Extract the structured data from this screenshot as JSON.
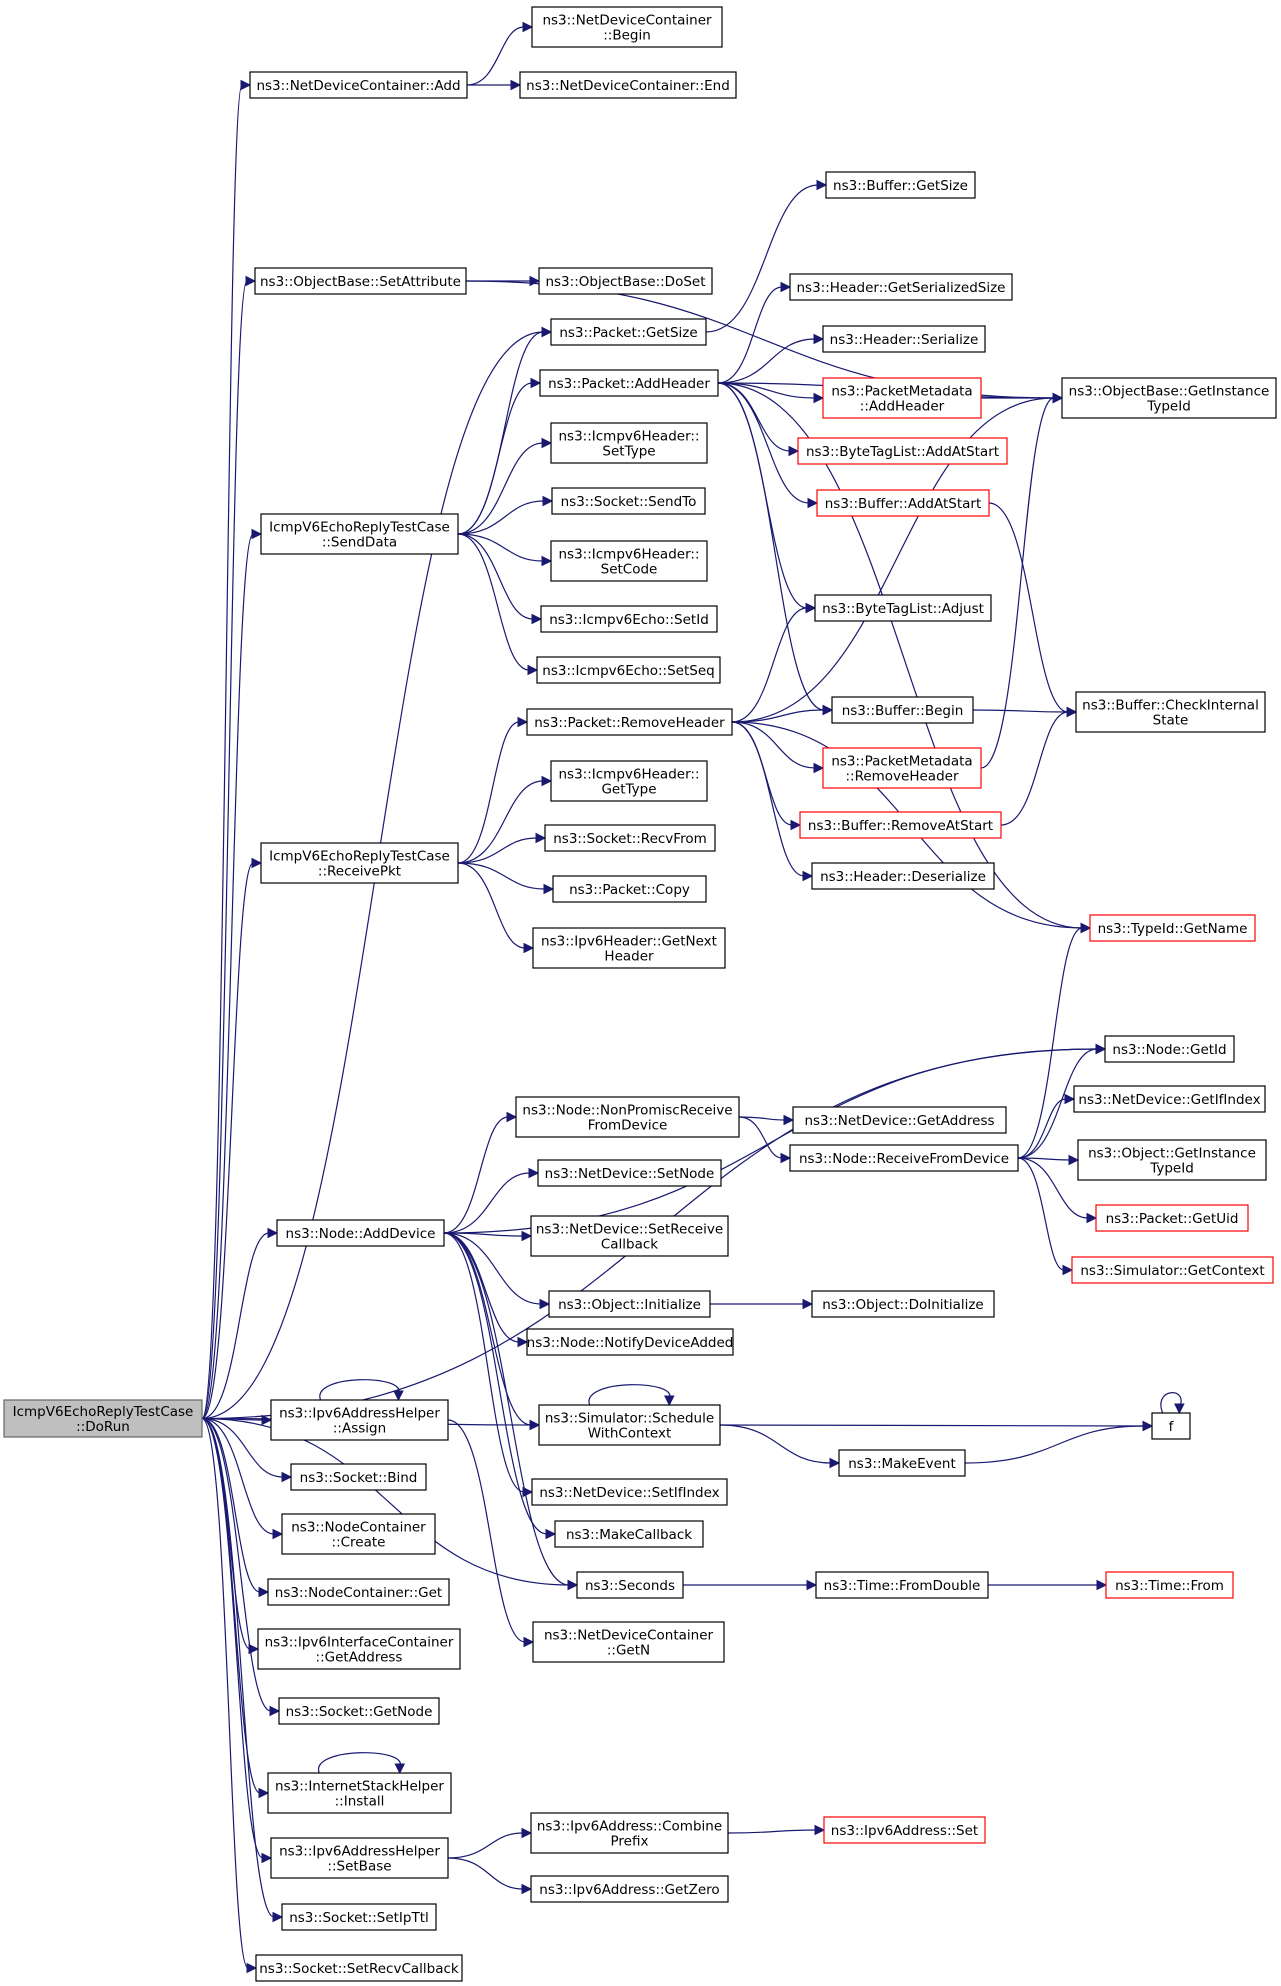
{
  "nodes": [
    {
      "id": "n_root",
      "label": [
        "IcmpV6EchoReplyTestCase",
        "::DoRun"
      ],
      "root": true
    },
    {
      "id": "n_ndc_add",
      "label": [
        "ns3::NetDeviceContainer::Add"
      ]
    },
    {
      "id": "n_ndc_begin",
      "label": [
        "ns3::NetDeviceContainer",
        "::Begin"
      ]
    },
    {
      "id": "n_ndc_end",
      "label": [
        "ns3::NetDeviceContainer::End"
      ]
    },
    {
      "id": "n_ob_setattr",
      "label": [
        "ns3::ObjectBase::SetAttribute"
      ]
    },
    {
      "id": "n_ob_doset",
      "label": [
        "ns3::ObjectBase::DoSet"
      ]
    },
    {
      "id": "n_buf_getsize",
      "label": [
        "ns3::Buffer::GetSize"
      ]
    },
    {
      "id": "n_hdr_getser",
      "label": [
        "ns3::Header::GetSerializedSize"
      ]
    },
    {
      "id": "n_pkt_getsize",
      "label": [
        "ns3::Packet::GetSize"
      ]
    },
    {
      "id": "n_hdr_serialize",
      "label": [
        "ns3::Header::Serialize"
      ]
    },
    {
      "id": "n_pkt_addheader",
      "label": [
        "ns3::Packet::AddHeader"
      ]
    },
    {
      "id": "n_pm_addheader",
      "label": [
        "ns3::PacketMetadata",
        "::AddHeader"
      ],
      "red": true
    },
    {
      "id": "n_ob_gettid",
      "label": [
        "ns3::ObjectBase::GetInstance",
        "TypeId"
      ]
    },
    {
      "id": "n_icmp_settype",
      "label": [
        "ns3::Icmpv6Header::",
        "SetType"
      ]
    },
    {
      "id": "n_btl_addstart",
      "label": [
        "ns3::ByteTagList::AddAtStart"
      ],
      "red": true
    },
    {
      "id": "n_sock_sendto",
      "label": [
        "ns3::Socket::SendTo"
      ]
    },
    {
      "id": "n_buf_addstart",
      "label": [
        "ns3::Buffer::AddAtStart"
      ],
      "red": true
    },
    {
      "id": "n_senddata",
      "label": [
        "IcmpV6EchoReplyTestCase",
        "::SendData"
      ]
    },
    {
      "id": "n_icmp_setcode",
      "label": [
        "ns3::Icmpv6Header::",
        "SetCode"
      ]
    },
    {
      "id": "n_btl_adjust",
      "label": [
        "ns3::ByteTagList::Adjust"
      ]
    },
    {
      "id": "n_echo_setid",
      "label": [
        "ns3::Icmpv6Echo::SetId"
      ]
    },
    {
      "id": "n_echo_setseq",
      "label": [
        "ns3::Icmpv6Echo::SetSeq"
      ]
    },
    {
      "id": "n_buf_checkint",
      "label": [
        "ns3::Buffer::CheckInternal",
        "State"
      ]
    },
    {
      "id": "n_buf_begin",
      "label": [
        "ns3::Buffer::Begin"
      ]
    },
    {
      "id": "n_pkt_removeheader",
      "label": [
        "ns3::Packet::RemoveHeader"
      ]
    },
    {
      "id": "n_pm_removeheader",
      "label": [
        "ns3::PacketMetadata",
        "::RemoveHeader"
      ],
      "red": true
    },
    {
      "id": "n_icmp_gettype",
      "label": [
        "ns3::Icmpv6Header::",
        "GetType"
      ]
    },
    {
      "id": "n_buf_removestart",
      "label": [
        "ns3::Buffer::RemoveAtStart"
      ],
      "red": true
    },
    {
      "id": "n_sock_recvfrom",
      "label": [
        "ns3::Socket::RecvFrom"
      ]
    },
    {
      "id": "n_receivepkt",
      "label": [
        "IcmpV6EchoReplyTestCase",
        "::ReceivePkt"
      ]
    },
    {
      "id": "n_hdr_deserialize",
      "label": [
        "ns3::Header::Deserialize"
      ]
    },
    {
      "id": "n_pkt_copy",
      "label": [
        "ns3::Packet::Copy"
      ]
    },
    {
      "id": "n_tid_getname",
      "label": [
        "ns3::TypeId::GetName"
      ],
      "red": true
    },
    {
      "id": "n_ipv6hdr_getnext",
      "label": [
        "ns3::Ipv6Header::GetNext",
        "Header"
      ]
    },
    {
      "id": "n_node_getid",
      "label": [
        "ns3::Node::GetId"
      ]
    },
    {
      "id": "n_nd_getifindex",
      "label": [
        "ns3::NetDevice::GetIfIndex"
      ]
    },
    {
      "id": "n_node_nonprom",
      "label": [
        "ns3::Node::NonPromiscReceive",
        "FromDevice"
      ]
    },
    {
      "id": "n_nd_getaddress",
      "label": [
        "ns3::NetDevice::GetAddress"
      ]
    },
    {
      "id": "n_node_recvfromdev",
      "label": [
        "ns3::Node::ReceiveFromDevice"
      ]
    },
    {
      "id": "n_obj_gettid",
      "label": [
        "ns3::Object::GetInstance",
        "TypeId"
      ]
    },
    {
      "id": "n_nd_setnode",
      "label": [
        "ns3::NetDevice::SetNode"
      ]
    },
    {
      "id": "n_pkt_getuid",
      "label": [
        "ns3::Packet::GetUid"
      ],
      "red": true
    },
    {
      "id": "n_nd_setrecvcb",
      "label": [
        "ns3::NetDevice::SetReceive",
        "Callback"
      ]
    },
    {
      "id": "n_node_adddevice",
      "label": [
        "ns3::Node::AddDevice"
      ]
    },
    {
      "id": "n_sim_getcontext",
      "label": [
        "ns3::Simulator::GetContext"
      ],
      "red": true
    },
    {
      "id": "n_obj_initialize",
      "label": [
        "ns3::Object::Initialize"
      ]
    },
    {
      "id": "n_obj_doinitialize",
      "label": [
        "ns3::Object::DoInitialize"
      ]
    },
    {
      "id": "n_node_notifyadded",
      "label": [
        "ns3::Node::NotifyDeviceAdded"
      ]
    },
    {
      "id": "n_ipv6ah_assign",
      "label": [
        "ns3::Ipv6AddressHelper",
        "::Assign"
      ]
    },
    {
      "id": "n_sim_schedctx",
      "label": [
        "ns3::Simulator::Schedule",
        "WithContext"
      ]
    },
    {
      "id": "n_f",
      "label": [
        "f"
      ]
    },
    {
      "id": "n_makeevent",
      "label": [
        "ns3::MakeEvent"
      ]
    },
    {
      "id": "n_sock_bind",
      "label": [
        "ns3::Socket::Bind"
      ]
    },
    {
      "id": "n_nd_setifindex",
      "label": [
        "ns3::NetDevice::SetIfIndex"
      ]
    },
    {
      "id": "n_nc_create",
      "label": [
        "ns3::NodeContainer",
        "::Create"
      ]
    },
    {
      "id": "n_makecallback",
      "label": [
        "ns3::MakeCallback"
      ]
    },
    {
      "id": "n_seconds",
      "label": [
        "ns3::Seconds"
      ]
    },
    {
      "id": "n_time_fromdouble",
      "label": [
        "ns3::Time::FromDouble"
      ]
    },
    {
      "id": "n_time_from",
      "label": [
        "ns3::Time::From"
      ],
      "red": true
    },
    {
      "id": "n_nc_get",
      "label": [
        "ns3::NodeContainer::Get"
      ]
    },
    {
      "id": "n_ipv6ic_getaddr",
      "label": [
        "ns3::Ipv6InterfaceContainer",
        "::GetAddress"
      ]
    },
    {
      "id": "n_ndc_getn",
      "label": [
        "ns3::NetDeviceContainer",
        "::GetN"
      ]
    },
    {
      "id": "n_sock_getnode",
      "label": [
        "ns3::Socket::GetNode"
      ]
    },
    {
      "id": "n_ish_install",
      "label": [
        "ns3::InternetStackHelper",
        "::Install"
      ]
    },
    {
      "id": "n_ipv6a_combine",
      "label": [
        "ns3::Ipv6Address::Combine",
        "Prefix"
      ]
    },
    {
      "id": "n_ipv6a_set",
      "label": [
        "ns3::Ipv6Address::Set"
      ],
      "red": true
    },
    {
      "id": "n_ipv6ah_setbase",
      "label": [
        "ns3::Ipv6AddressHelper",
        "::SetBase"
      ]
    },
    {
      "id": "n_ipv6a_getzero",
      "label": [
        "ns3::Ipv6Address::GetZero"
      ]
    },
    {
      "id": "n_sock_setipttl",
      "label": [
        "ns3::Socket::SetIpTtl"
      ]
    },
    {
      "id": "n_sock_setrecvcb",
      "label": [
        "ns3::Socket::SetRecvCallback"
      ]
    }
  ],
  "edges": [
    [
      "n_root",
      "n_ndc_add"
    ],
    [
      "n_ndc_add",
      "n_ndc_begin"
    ],
    [
      "n_ndc_add",
      "n_ndc_end"
    ],
    [
      "n_root",
      "n_ob_setattr"
    ],
    [
      "n_ob_setattr",
      "n_ob_doset"
    ],
    [
      "n_ob_setattr",
      "n_ob_gettid"
    ],
    [
      "n_root",
      "n_pkt_getsize"
    ],
    [
      "n_pkt_getsize",
      "n_buf_getsize"
    ],
    [
      "n_pkt_addheader",
      "n_hdr_getser"
    ],
    [
      "n_pkt_addheader",
      "n_hdr_serialize"
    ],
    [
      "n_pkt_addheader",
      "n_ob_gettid"
    ],
    [
      "n_pkt_addheader",
      "n_pm_addheader"
    ],
    [
      "n_pm_addheader",
      "n_ob_gettid"
    ],
    [
      "n_pkt_addheader",
      "n_btl_addstart"
    ],
    [
      "n_pkt_addheader",
      "n_buf_addstart"
    ],
    [
      "n_pkt_addheader",
      "n_btl_adjust"
    ],
    [
      "n_pkt_addheader",
      "n_buf_begin"
    ],
    [
      "n_pkt_addheader",
      "n_tid_getname"
    ],
    [
      "n_buf_addstart",
      "n_buf_checkint"
    ],
    [
      "n_root",
      "n_senddata"
    ],
    [
      "n_senddata",
      "n_pkt_getsize"
    ],
    [
      "n_senddata",
      "n_pkt_addheader"
    ],
    [
      "n_senddata",
      "n_icmp_settype"
    ],
    [
      "n_senddata",
      "n_sock_sendto"
    ],
    [
      "n_senddata",
      "n_icmp_setcode"
    ],
    [
      "n_senddata",
      "n_echo_setid"
    ],
    [
      "n_senddata",
      "n_echo_setseq"
    ],
    [
      "n_buf_begin",
      "n_buf_checkint"
    ],
    [
      "n_pkt_removeheader",
      "n_btl_adjust"
    ],
    [
      "n_pkt_removeheader",
      "n_ob_gettid"
    ],
    [
      "n_pkt_removeheader",
      "n_buf_begin"
    ],
    [
      "n_pkt_removeheader",
      "n_pm_removeheader"
    ],
    [
      "n_pm_removeheader",
      "n_ob_gettid"
    ],
    [
      "n_pkt_removeheader",
      "n_buf_removestart"
    ],
    [
      "n_buf_removestart",
      "n_buf_checkint"
    ],
    [
      "n_pkt_removeheader",
      "n_hdr_deserialize"
    ],
    [
      "n_pkt_removeheader",
      "n_tid_getname"
    ],
    [
      "n_root",
      "n_receivepkt"
    ],
    [
      "n_receivepkt",
      "n_pkt_removeheader"
    ],
    [
      "n_receivepkt",
      "n_icmp_gettype"
    ],
    [
      "n_receivepkt",
      "n_sock_recvfrom"
    ],
    [
      "n_receivepkt",
      "n_pkt_copy"
    ],
    [
      "n_receivepkt",
      "n_ipv6hdr_getnext"
    ],
    [
      "n_root",
      "n_node_getid"
    ],
    [
      "n_node_nonprom",
      "n_nd_getaddress"
    ],
    [
      "n_node_nonprom",
      "n_node_recvfromdev"
    ],
    [
      "n_node_recvfromdev",
      "n_tid_getname"
    ],
    [
      "n_node_recvfromdev",
      "n_node_getid"
    ],
    [
      "n_node_recvfromdev",
      "n_nd_getifindex"
    ],
    [
      "n_node_recvfromdev",
      "n_obj_gettid"
    ],
    [
      "n_node_recvfromdev",
      "n_pkt_getuid"
    ],
    [
      "n_node_recvfromdev",
      "n_sim_getcontext"
    ],
    [
      "n_root",
      "n_node_adddevice"
    ],
    [
      "n_node_adddevice",
      "n_node_getid"
    ],
    [
      "n_node_adddevice",
      "n_node_nonprom"
    ],
    [
      "n_node_adddevice",
      "n_nd_setnode"
    ],
    [
      "n_node_adddevice",
      "n_nd_setrecvcb"
    ],
    [
      "n_node_adddevice",
      "n_obj_initialize"
    ],
    [
      "n_obj_initialize",
      "n_obj_doinitialize"
    ],
    [
      "n_node_adddevice",
      "n_node_notifyadded"
    ],
    [
      "n_node_adddevice",
      "n_sim_schedctx"
    ],
    [
      "n_node_adddevice",
      "n_nd_setifindex"
    ],
    [
      "n_node_adddevice",
      "n_makecallback"
    ],
    [
      "n_node_adddevice",
      "n_seconds"
    ],
    [
      "n_root",
      "n_ipv6ah_assign"
    ],
    [
      "n_ipv6ah_assign",
      "n_ipv6ah_assign"
    ],
    [
      "n_ipv6ah_assign",
      "n_ndc_getn"
    ],
    [
      "n_sim_schedctx",
      "n_sim_schedctx"
    ],
    [
      "n_sim_schedctx",
      "n_f"
    ],
    [
      "n_sim_schedctx",
      "n_makeevent"
    ],
    [
      "n_makeevent",
      "n_f"
    ],
    [
      "n_f",
      "n_f"
    ],
    [
      "n_root",
      "n_sim_schedctx"
    ],
    [
      "n_root",
      "n_seconds"
    ],
    [
      "n_seconds",
      "n_time_fromdouble"
    ],
    [
      "n_time_fromdouble",
      "n_time_from"
    ],
    [
      "n_root",
      "n_sock_bind"
    ],
    [
      "n_root",
      "n_nc_create"
    ],
    [
      "n_root",
      "n_nc_get"
    ],
    [
      "n_root",
      "n_ipv6ic_getaddr"
    ],
    [
      "n_root",
      "n_sock_getnode"
    ],
    [
      "n_root",
      "n_ish_install"
    ],
    [
      "n_ish_install",
      "n_ish_install"
    ],
    [
      "n_root",
      "n_ipv6ah_setbase"
    ],
    [
      "n_ipv6ah_setbase",
      "n_ipv6a_combine"
    ],
    [
      "n_ipv6a_combine",
      "n_ipv6a_set"
    ],
    [
      "n_ipv6ah_setbase",
      "n_ipv6a_getzero"
    ],
    [
      "n_root",
      "n_sock_setipttl"
    ],
    [
      "n_root",
      "n_sock_setrecvcb"
    ]
  ]
}
